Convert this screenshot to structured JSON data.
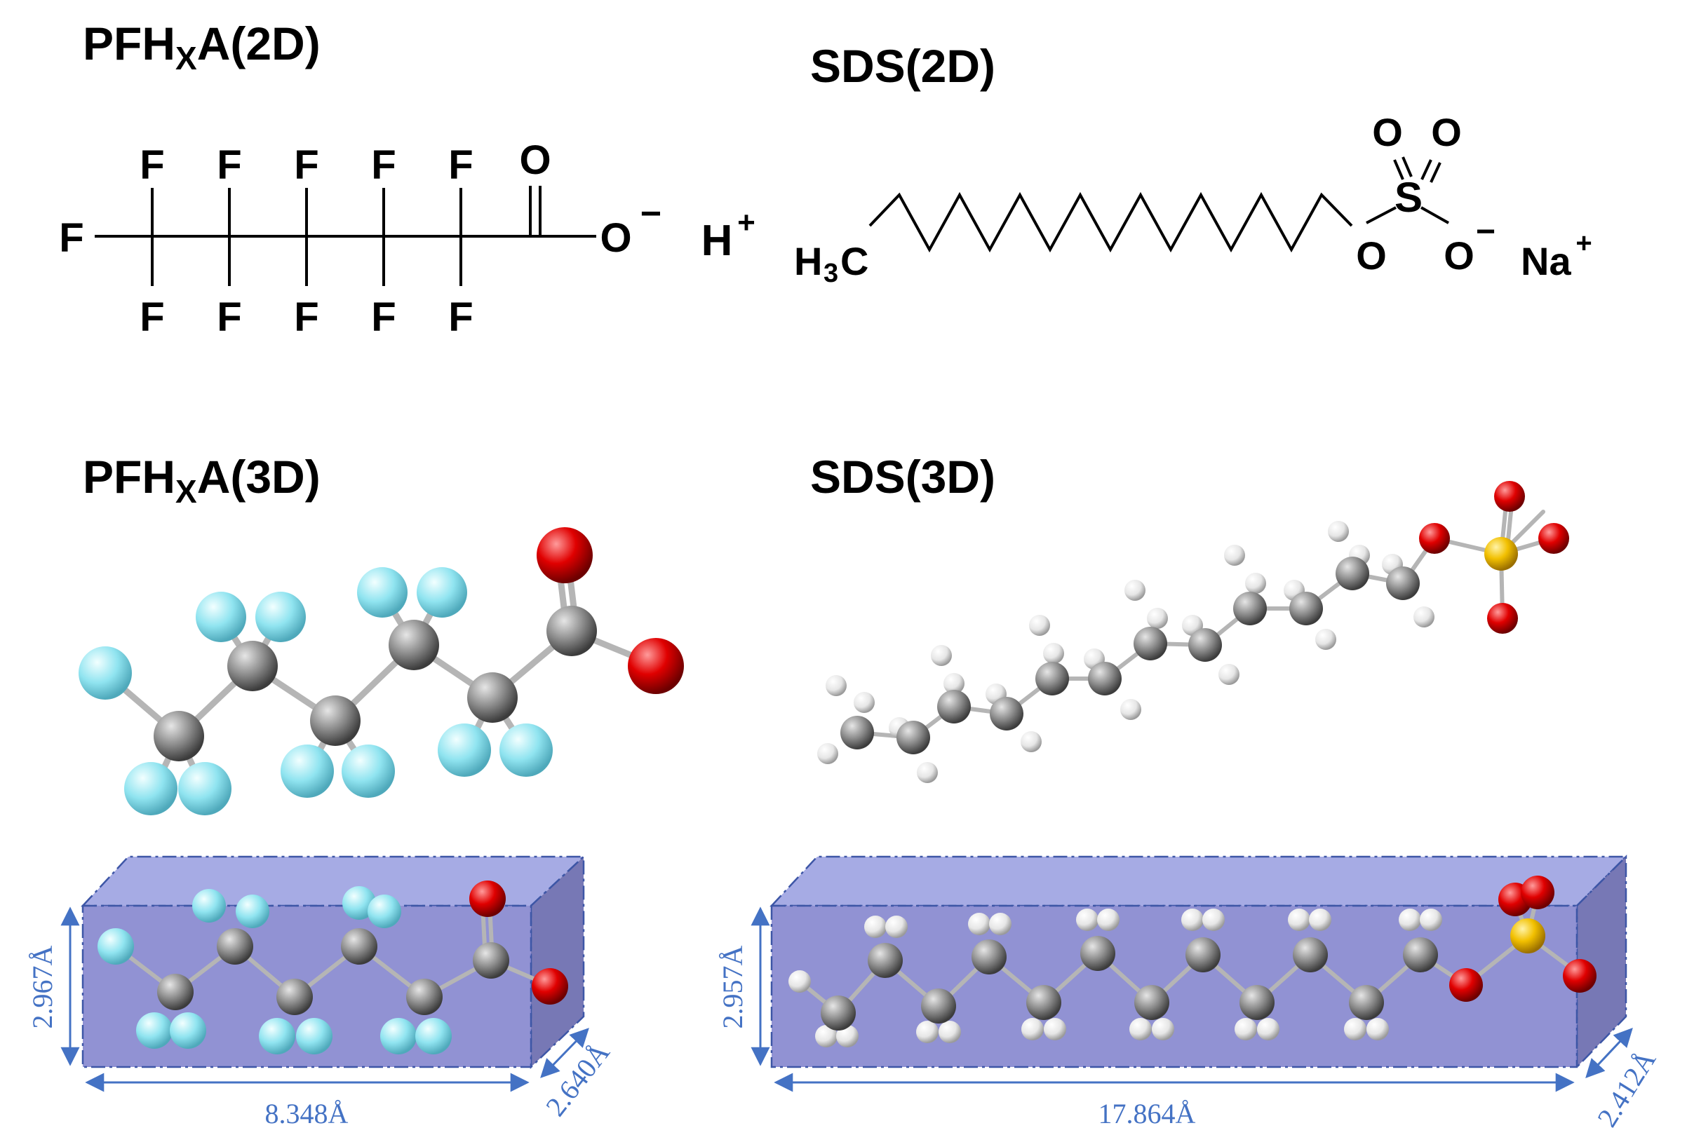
{
  "titles": {
    "pfhxa_2d": {
      "main": "PFH",
      "sub": "X",
      "rest": "A(2D)"
    },
    "sds_2d": {
      "main": "SDS(2D)"
    },
    "pfhxa_3d": {
      "main": "PFH",
      "sub": "X",
      "rest": "A(3D)"
    },
    "sds_3d": {
      "main": "SDS(3D)"
    }
  },
  "pfhxa_2d": {
    "atom_F": "F",
    "atom_O": "O",
    "anion": "O",
    "minus": "−",
    "counter_H": "H",
    "plus": "+"
  },
  "sds_2d": {
    "h3c_H": "H",
    "h3c_3": "3",
    "h3c_C": "C",
    "atom_S": "S",
    "atom_O": "O",
    "minus": "−",
    "counter_Na": "Na",
    "plus": "+"
  },
  "dimensions": {
    "pfhxa_height": "2.967Å",
    "pfhxa_length": "8.348Å",
    "pfhxa_depth": "2.640Å",
    "sds_height": "2.957Å",
    "sds_length": "17.864Å",
    "sds_depth": "2.412Å"
  },
  "colors": {
    "carbon": "#7f7f7f",
    "fluorine": "#8fe3f2",
    "oxygen": "#e00000",
    "sulfur": "#f2c000",
    "hydrogen": "#f0f0f0",
    "box_front": "#7f80cc",
    "box_top": "#9b9fe0",
    "box_side": "#6a6bb0",
    "dimension": "#4472c4"
  }
}
